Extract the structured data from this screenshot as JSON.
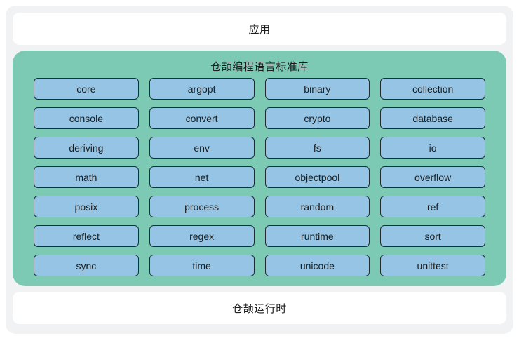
{
  "app_layer": {
    "label": "应用"
  },
  "stdlib": {
    "title": "仓颉编程语言标准库",
    "modules": [
      "core",
      "argopt",
      "binary",
      "collection",
      "console",
      "convert",
      "crypto",
      "database",
      "deriving",
      "env",
      "fs",
      "io",
      "math",
      "net",
      "objectpool",
      "overflow",
      "posix",
      "process",
      "random",
      "ref",
      "reflect",
      "regex",
      "runtime",
      "sort",
      "sync",
      "time",
      "unicode",
      "unittest"
    ]
  },
  "runtime_layer": {
    "label": "仓颉运行时"
  },
  "colors": {
    "page_bg": "#ffffff",
    "frame_bg": "#f1f2f4",
    "card_bg": "#ffffff",
    "stdlib_bg": "#7cc9b4",
    "module_bg": "#95c4e4",
    "module_border": "#1e2b33",
    "text": "#1c1c1c"
  }
}
